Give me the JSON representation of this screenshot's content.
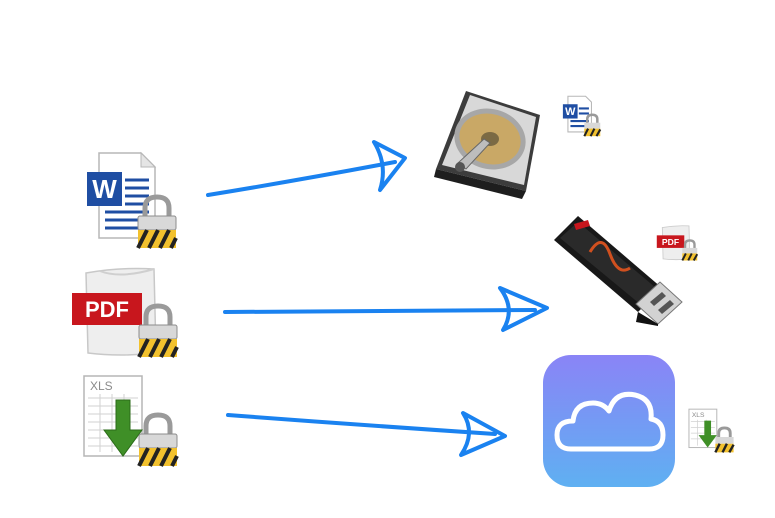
{
  "source_files": [
    {
      "name": "word-document",
      "label": "W",
      "locked": true
    },
    {
      "name": "pdf-document",
      "label": "PDF",
      "locked": true
    },
    {
      "name": "excel-document",
      "label": "XLS",
      "locked": true
    }
  ],
  "destinations": [
    {
      "name": "hard-drive",
      "badge_file": "word-document",
      "badge_label": "W"
    },
    {
      "name": "usb-flash-drive",
      "badge_file": "pdf-document",
      "badge_label": "PDF"
    },
    {
      "name": "icloud",
      "badge_file": "excel-document",
      "badge_label": "XLS"
    }
  ],
  "colors": {
    "arrow": "#1a82f0",
    "word_blue": "#1f4ea3",
    "pdf_red": "#c8161d",
    "excel_green": "#3f8f27",
    "cloud_top": "#8a84f6",
    "cloud_bottom": "#5fb0f2"
  }
}
